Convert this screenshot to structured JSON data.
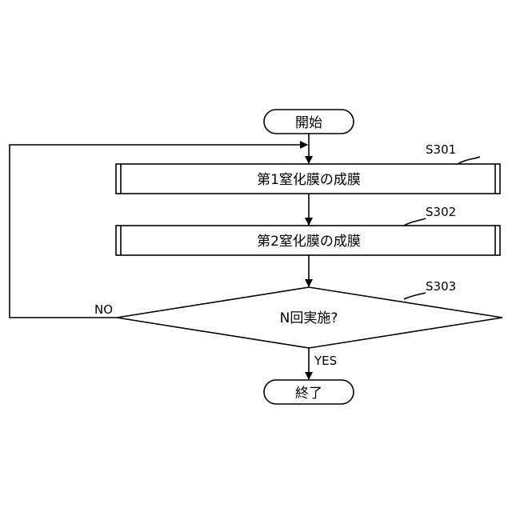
{
  "flowchart": {
    "start": {
      "label": "開始"
    },
    "process1": {
      "label": "第1窒化膜の成膜",
      "step": "S301"
    },
    "process2": {
      "label": "第2窒化膜の成膜",
      "step": "S302"
    },
    "decision": {
      "label": "N回実施?",
      "step": "S303",
      "no_label": "NO",
      "yes_label": "YES"
    },
    "end": {
      "label": "終了"
    }
  }
}
